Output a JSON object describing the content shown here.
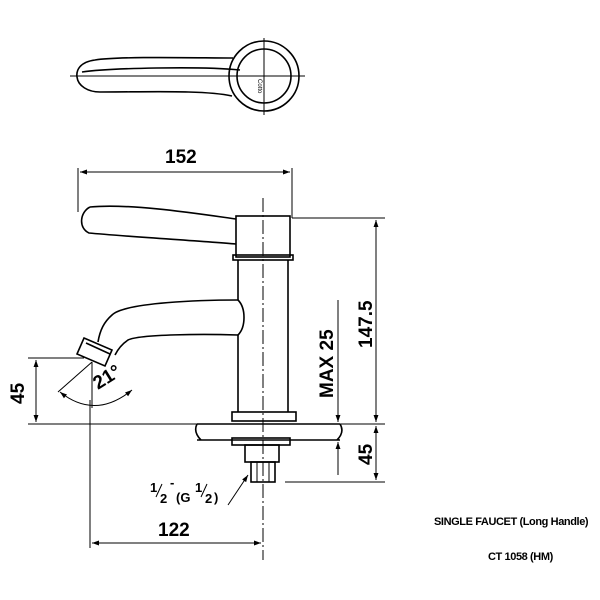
{
  "top_view": {
    "logo_text": "Cotto"
  },
  "dimensions": {
    "overall_width": "152",
    "spout_reach": "122",
    "overall_height": "147.5",
    "max_deck_thickness": "MAX 25",
    "spout_outlet_height": "45",
    "shank_length": "45",
    "spout_angle": "21°",
    "thread_size": {
      "main": "1",
      "sub": "2",
      "dash": "-",
      "g_text": "(G",
      "g_main": "1",
      "g_sub": "2",
      "close": ")"
    }
  },
  "caption": {
    "line1": "SINGLE FAUCET (Long Handle)",
    "line2": "CT 1058 (HM)"
  }
}
